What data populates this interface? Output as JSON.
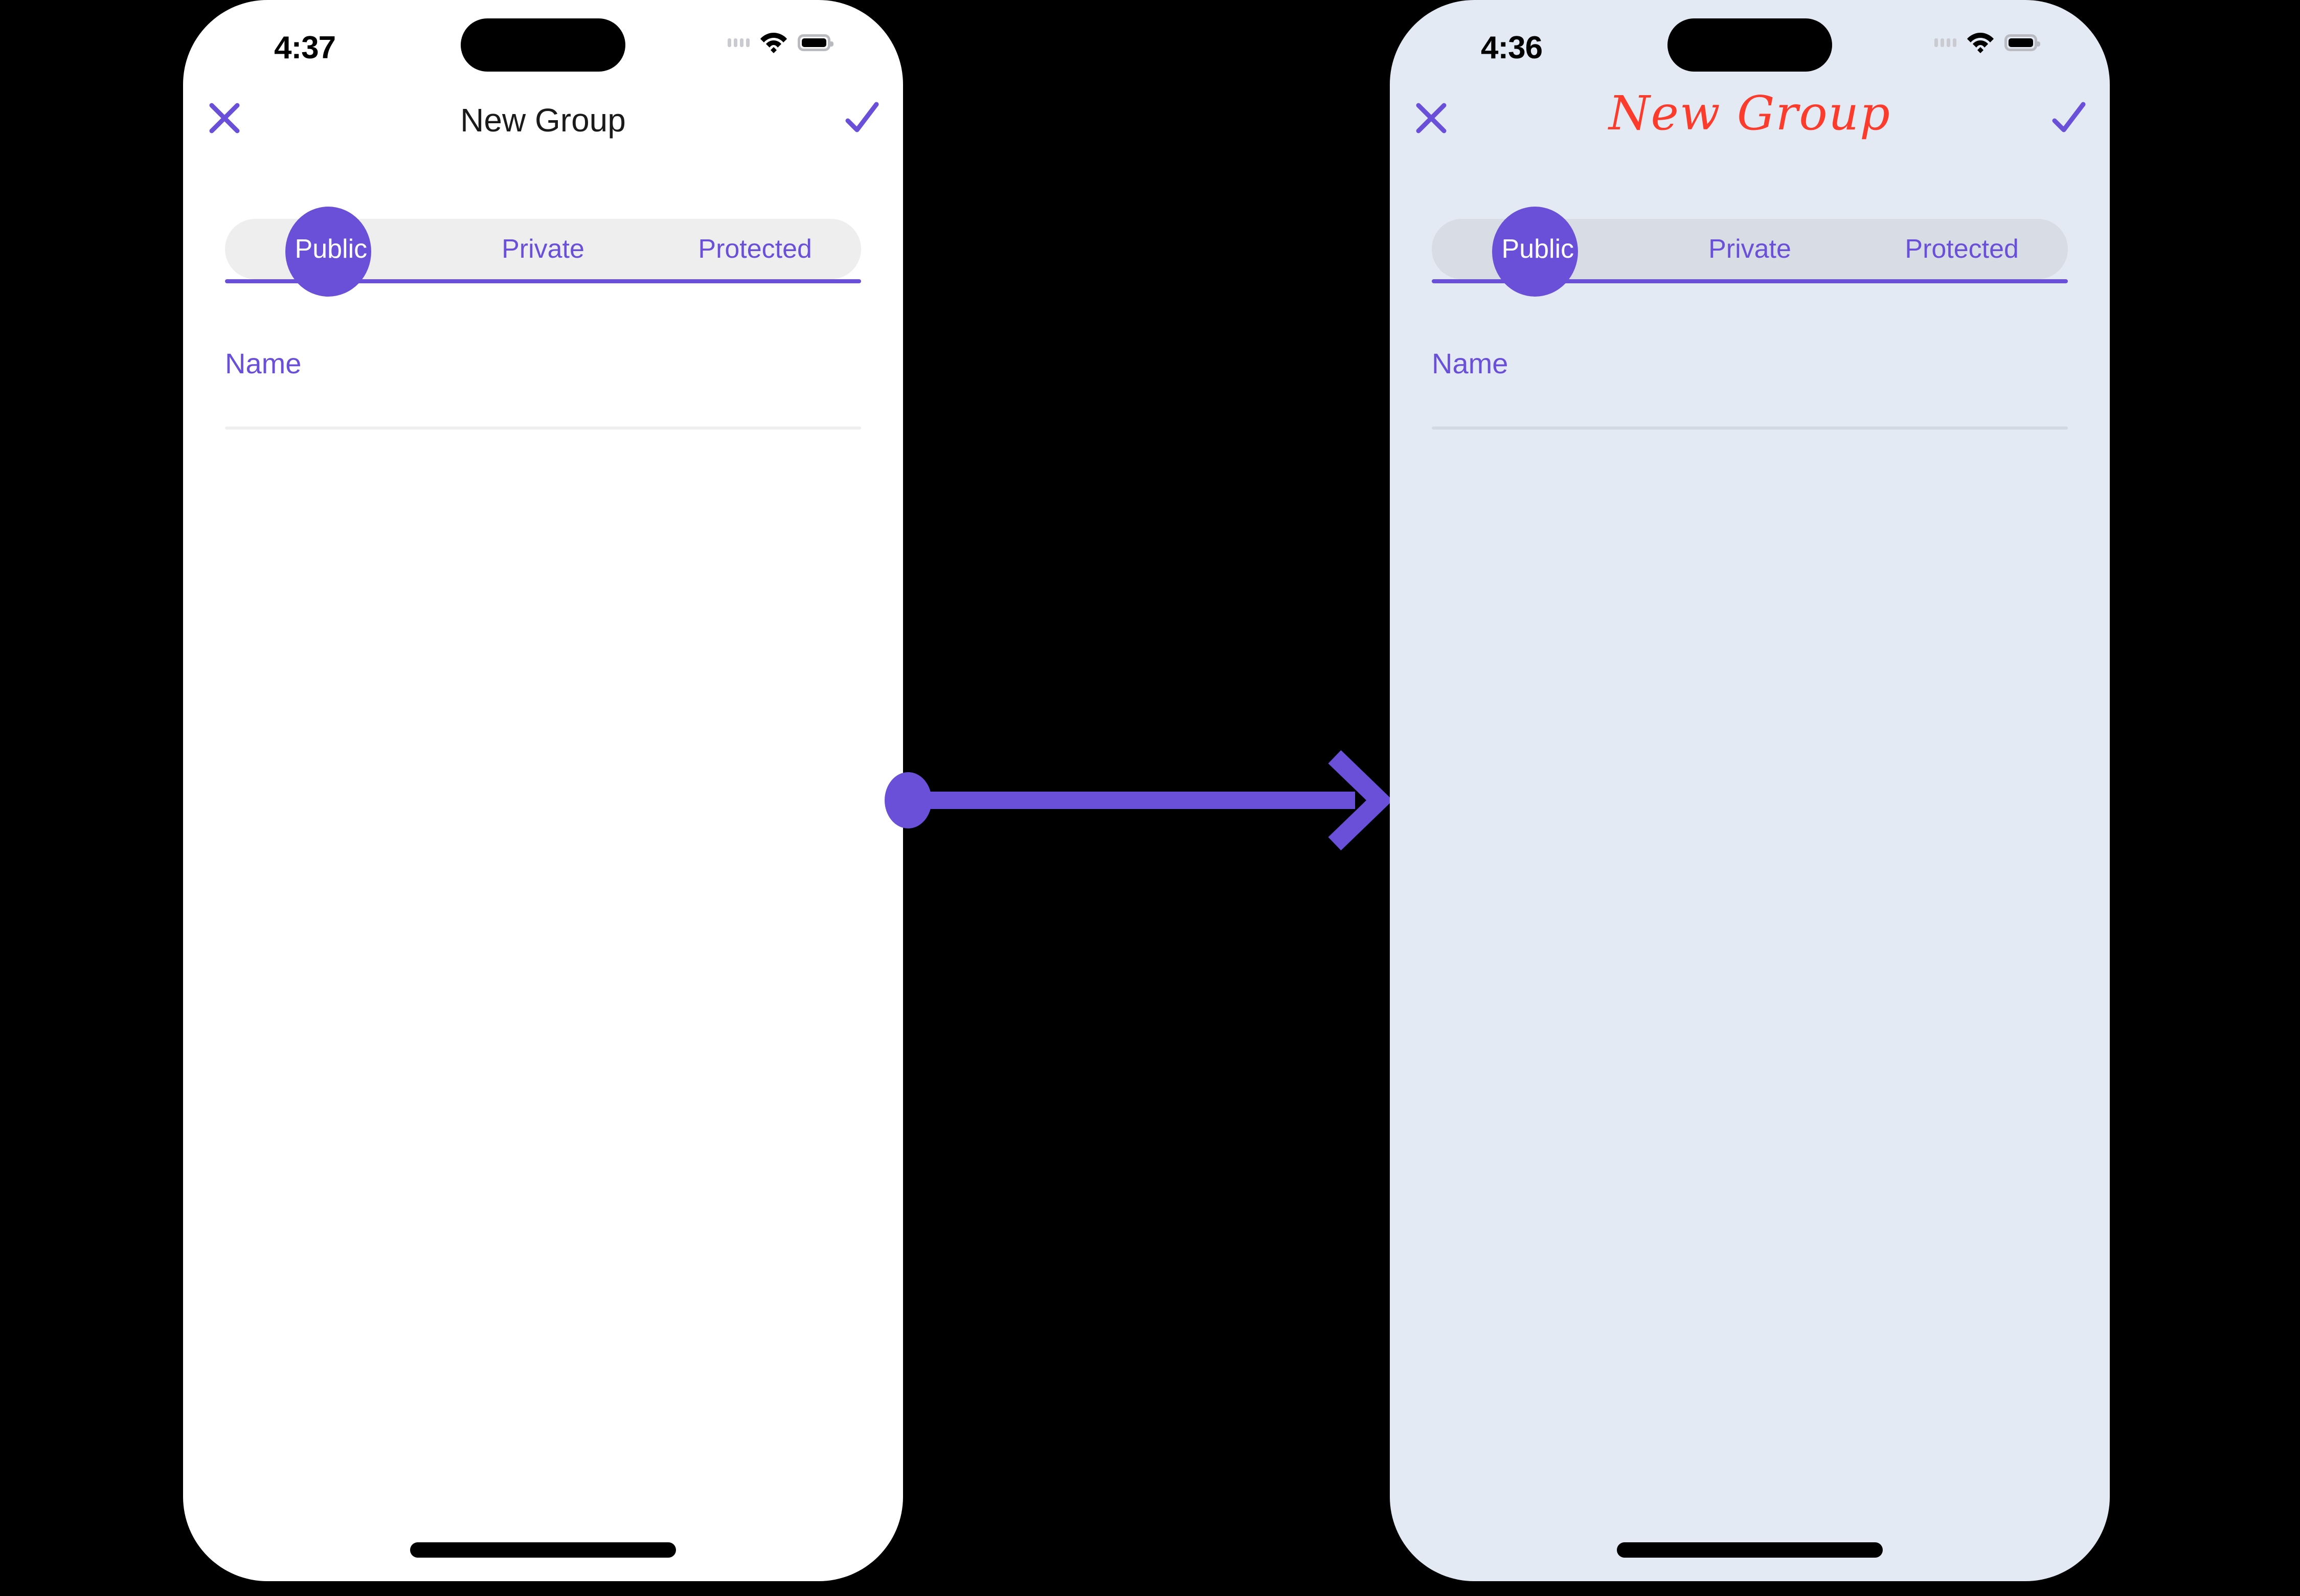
{
  "meta": {
    "canvas_background": "#000000",
    "accent_purple": "#6A4FD8",
    "title_red": "#FB3B2C"
  },
  "screens": [
    {
      "id": "before",
      "background": "#FFFFFF",
      "status_bar": {
        "time": "4:37",
        "dots_icon": "signal-dots-icon",
        "wifi_icon": "wifi-icon",
        "battery_icon": "battery-icon"
      },
      "nav": {
        "close_icon": "close-icon",
        "title": "New Group",
        "confirm_icon": "check-icon"
      },
      "tabs": [
        {
          "label": "Public",
          "selected": true
        },
        {
          "label": "Private",
          "selected": false
        },
        {
          "label": "Protected",
          "selected": false
        }
      ],
      "field": {
        "label": "Name",
        "value": "",
        "placeholder": "Name"
      },
      "home_indicator": "home-indicator"
    },
    {
      "id": "after",
      "background": "#E3EAF4",
      "status_bar": {
        "time": "4:36",
        "dots_icon": "signal-dots-icon",
        "wifi_icon": "wifi-icon",
        "battery_icon": "battery-icon"
      },
      "nav": {
        "close_icon": "close-icon",
        "title": "New Group",
        "confirm_icon": "check-icon"
      },
      "tabs": [
        {
          "label": "Public",
          "selected": true
        },
        {
          "label": "Private",
          "selected": false
        },
        {
          "label": "Protected",
          "selected": false
        }
      ],
      "field": {
        "label": "Name",
        "value": "",
        "placeholder": "Name"
      },
      "home_indicator": "home-indicator"
    }
  ],
  "connector": {
    "icon": "arrow-right-icon",
    "color": "#6A4FD8"
  }
}
